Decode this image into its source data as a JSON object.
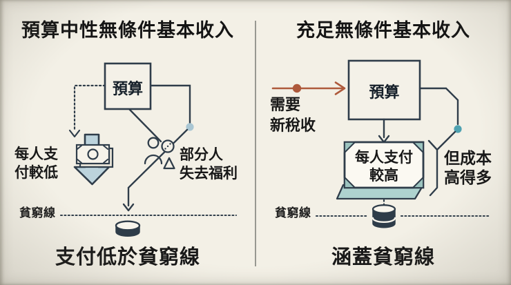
{
  "left": {
    "title": "預算中性無條件基本收入",
    "budget_label": "預算",
    "pay_lower_line1": "每人支",
    "pay_lower_line2": "付較低",
    "lose_benefits_line1": "部分人",
    "lose_benefits_line2": "失去福利",
    "poverty_label": "貧窮線",
    "caption": "支付低於貧窮線"
  },
  "right": {
    "title": "充足無條件基本收入",
    "need_tax_line1": "需要",
    "need_tax_line2": "新稅收",
    "budget_label": "預算",
    "pay_higher_line1": "每人支付",
    "pay_higher_line2": "較高",
    "cost_more_line1": "但成本",
    "cost_more_line2": "高得多",
    "poverty_label": "貧窮線",
    "caption": "涵蓋貧窮線"
  },
  "icons": [
    "banknote-icon",
    "down-arrow-icon",
    "person-icon",
    "benefit-coin-icon",
    "benefit-triangle-icon",
    "coin-icon",
    "stacked-coin-icon",
    "connector-dot",
    "teal-connector-dot",
    "red-flow-dot",
    "bracket-icon"
  ],
  "colors": {
    "background": "#f3f0e6",
    "ink": "#2f3d4a",
    "light_blue": "#bcd3dc",
    "dot_blue": "#a9c6d3",
    "teal": "#4fa2b1",
    "teal_light": "#aed3cf",
    "red": "#ae593b",
    "coin_dark": "#2e3c49",
    "divider_gray": "#8e8e88"
  }
}
